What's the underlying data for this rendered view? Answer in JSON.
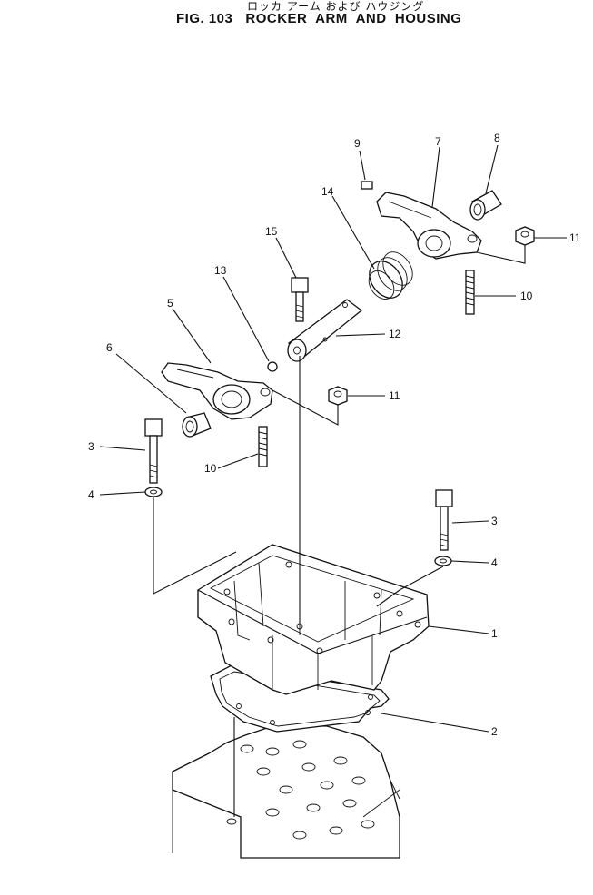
{
  "title_jp": "ロッカ アーム および ハウジング",
  "title_fig": "FIG. 103   ROCKER  ARM  AND  HOUSING",
  "callouts": {
    "c1": "1",
    "c2": "2",
    "c3a": "3",
    "c3b": "3",
    "c4a": "4",
    "c4b": "4",
    "c5": "5",
    "c6": "6",
    "c7": "7",
    "c8": "8",
    "c9": "9",
    "c10a": "10",
    "c10b": "10",
    "c11a": "11",
    "c11b": "11",
    "c12": "12",
    "c13": "13",
    "c14": "14",
    "c15": "15"
  }
}
